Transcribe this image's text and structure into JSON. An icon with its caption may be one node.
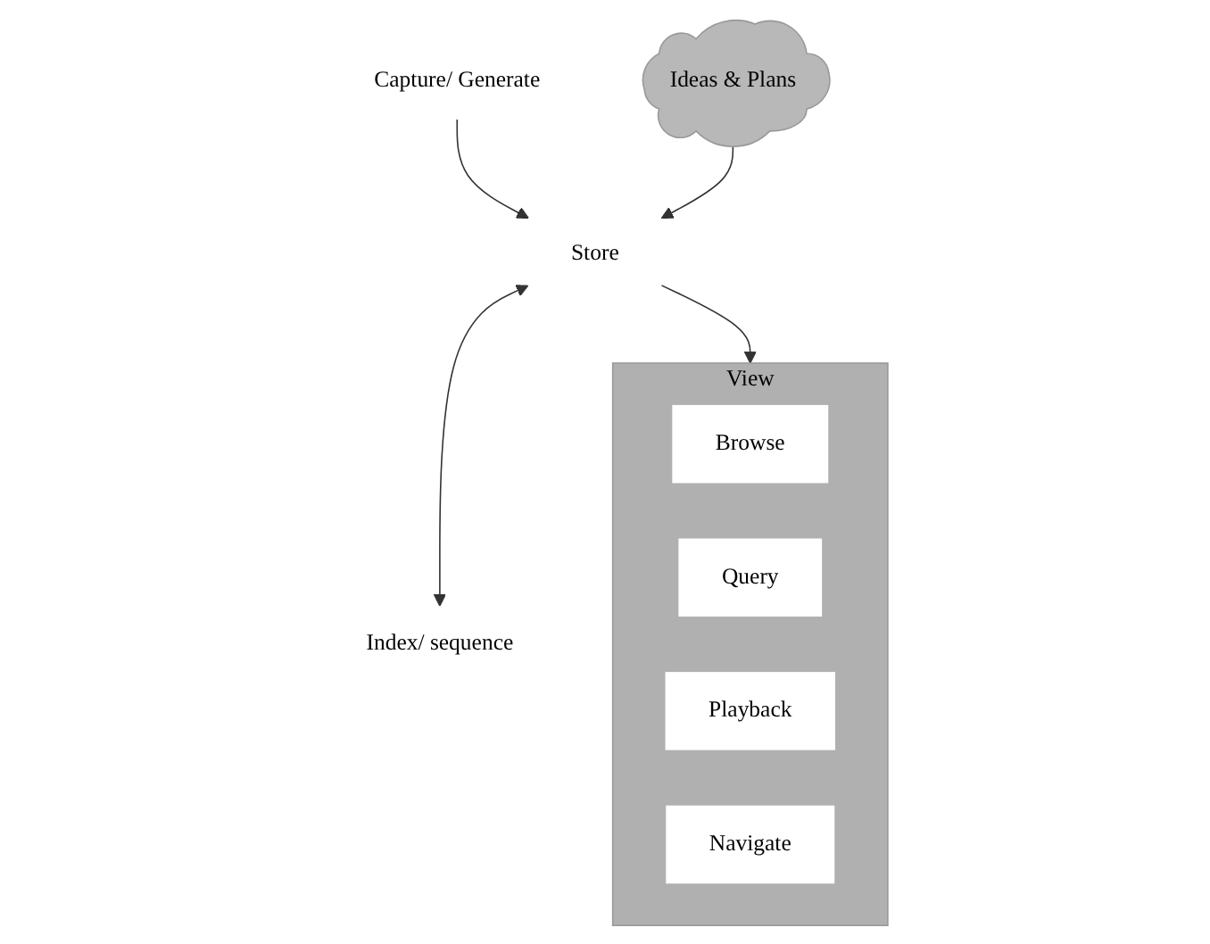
{
  "diagram": {
    "nodes": [
      {
        "text": [
          "Capture/ Generate"
        ]
      },
      {
        "text": [
          "Ideas & Plans"
        ]
      },
      {
        "text": [
          "Store"
        ]
      },
      {
        "text": [
          "Index/ sequence"
        ]
      },
      {
        "text": [
          "View"
        ]
      },
      {
        "text": [
          "Browse"
        ],
        "in": 4
      },
      {
        "text": [
          "Query"
        ],
        "in": 4
      },
      {
        "text": [
          "Playback"
        ],
        "in": 4
      },
      {
        "text": [
          "Navigate"
        ],
        "in": 4
      }
    ],
    "edges": [
      {
        "from": 0,
        "to": 2,
        "arrow": "to"
      },
      {
        "from": 1,
        "to": 2,
        "arrow": "to"
      },
      {
        "from": 2,
        "to": 3,
        "arrow": "both"
      },
      {
        "from": 2,
        "to": 4,
        "arrow": "to"
      }
    ]
  }
}
